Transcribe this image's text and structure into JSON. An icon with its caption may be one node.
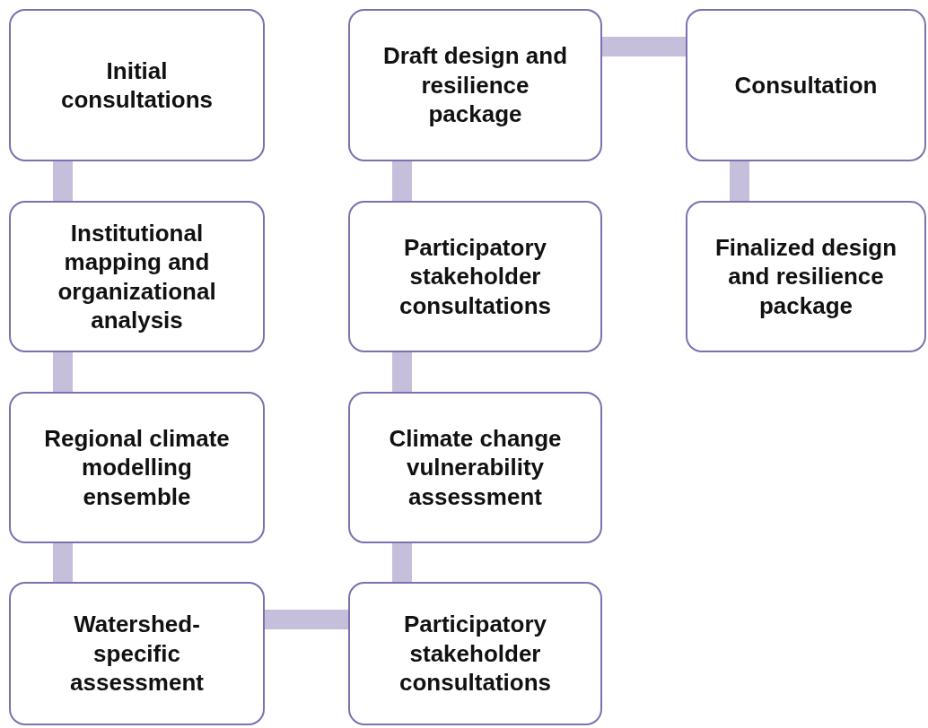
{
  "diagram": {
    "nodes": [
      {
        "text": [
          "Initial consultations"
        ]
      },
      {
        "text": [
          "Institutional mapping and organizational analysis"
        ]
      },
      {
        "text": [
          "Regional climate modelling ensemble"
        ]
      },
      {
        "text": [
          "Watershed-specific assessment"
        ]
      },
      {
        "text": [
          "Participatory stakeholder consultations"
        ]
      },
      {
        "text": [
          "Climate change vulnerability assessment"
        ]
      },
      {
        "text": [
          "Participatory stakeholder consultations"
        ]
      },
      {
        "text": [
          "Draft design and resilience package"
        ]
      },
      {
        "text": [
          "Consultation"
        ]
      },
      {
        "text": [
          "Finalized design and resilience package"
        ]
      }
    ],
    "edges": [
      {
        "from": 0,
        "to": 1,
        "arrow": "none"
      },
      {
        "from": 1,
        "to": 2,
        "arrow": "none"
      },
      {
        "from": 2,
        "to": 3,
        "arrow": "none"
      },
      {
        "from": 3,
        "to": 4,
        "arrow": "none"
      },
      {
        "from": 4,
        "to": 5,
        "arrow": "none"
      },
      {
        "from": 5,
        "to": 6,
        "arrow": "none"
      },
      {
        "from": 6,
        "to": 7,
        "arrow": "none"
      },
      {
        "from": 7,
        "to": 8,
        "arrow": "none"
      },
      {
        "from": 8,
        "to": 9,
        "arrow": "none"
      }
    ]
  }
}
